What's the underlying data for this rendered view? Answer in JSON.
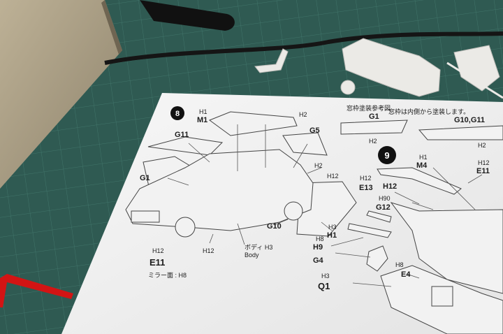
{
  "photo": {
    "colors": {
      "mat": "#2f5a52",
      "grid": "#4f8a7d",
      "paper": "#f4f4f4",
      "box": "#b1a48a",
      "sprue": "#ebeae6",
      "cable": "#151515",
      "red_tool": "#d21414"
    },
    "objects": [
      "cutting-mat",
      "cardboard-box",
      "black-cable",
      "plastic-sprue-parts",
      "red-tool",
      "instruction-sheet"
    ]
  },
  "sheet": {
    "step8": {
      "step": "8",
      "labels": {
        "m1_code": "H1",
        "m1": "M1",
        "h2_top": "H2",
        "g11": "G11",
        "g5": "G5",
        "g1": "G1",
        "h2_side": "H2",
        "h12_side": "H12",
        "h12_bottom": "H12",
        "e11": "E11",
        "mirror": "ミラー面 : H8",
        "h12_mid": "H12",
        "body_jp": "ボディ H3",
        "body_en": "Body",
        "g10": "G10",
        "h3_h1": "H3",
        "h1": "H1"
      }
    },
    "paint_ref": {
      "title": "窓枠塗装参考図",
      "note": "窓枠は内側から塗装します。",
      "g1": "G1",
      "g1_code": "H2",
      "g10": "G10,G11",
      "g10_code": "H2"
    },
    "step9": {
      "step": "9",
      "labels": {
        "m4_code": "H1",
        "m4": "M4",
        "e11_code": "H12",
        "e11": "E11",
        "e13_code": "H12",
        "e13": "E13",
        "h12": "H12",
        "g12_code": "H90",
        "g12": "G12",
        "h9_code": "H8",
        "h9": "H9",
        "g4": "G4",
        "q1_code": "H3",
        "q1": "Q1",
        "e4_code": "H8",
        "e4": "E4"
      }
    }
  }
}
